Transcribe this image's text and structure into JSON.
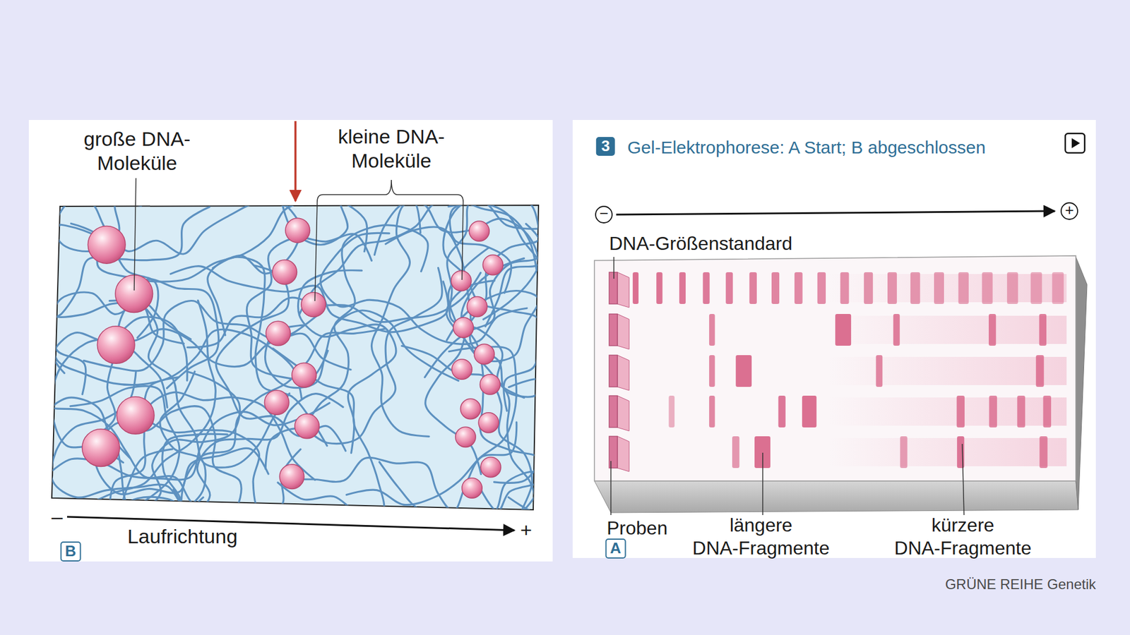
{
  "diagram": {
    "title": "Gel-Elektrophorese: A Start; B abgeschlossen",
    "labels": [
      "große DNA-Moleküle",
      "kleine DNA-Moleküle",
      "–",
      "Laufrichtung",
      "+",
      "B",
      "3",
      "−",
      "+",
      "DNA-Größenstandard",
      "Proben",
      "A",
      "längere DNA-Fragmente",
      "kürzere DNA-Fragmente",
      "GRÜNE REIHE Genetik"
    ]
  }
}
